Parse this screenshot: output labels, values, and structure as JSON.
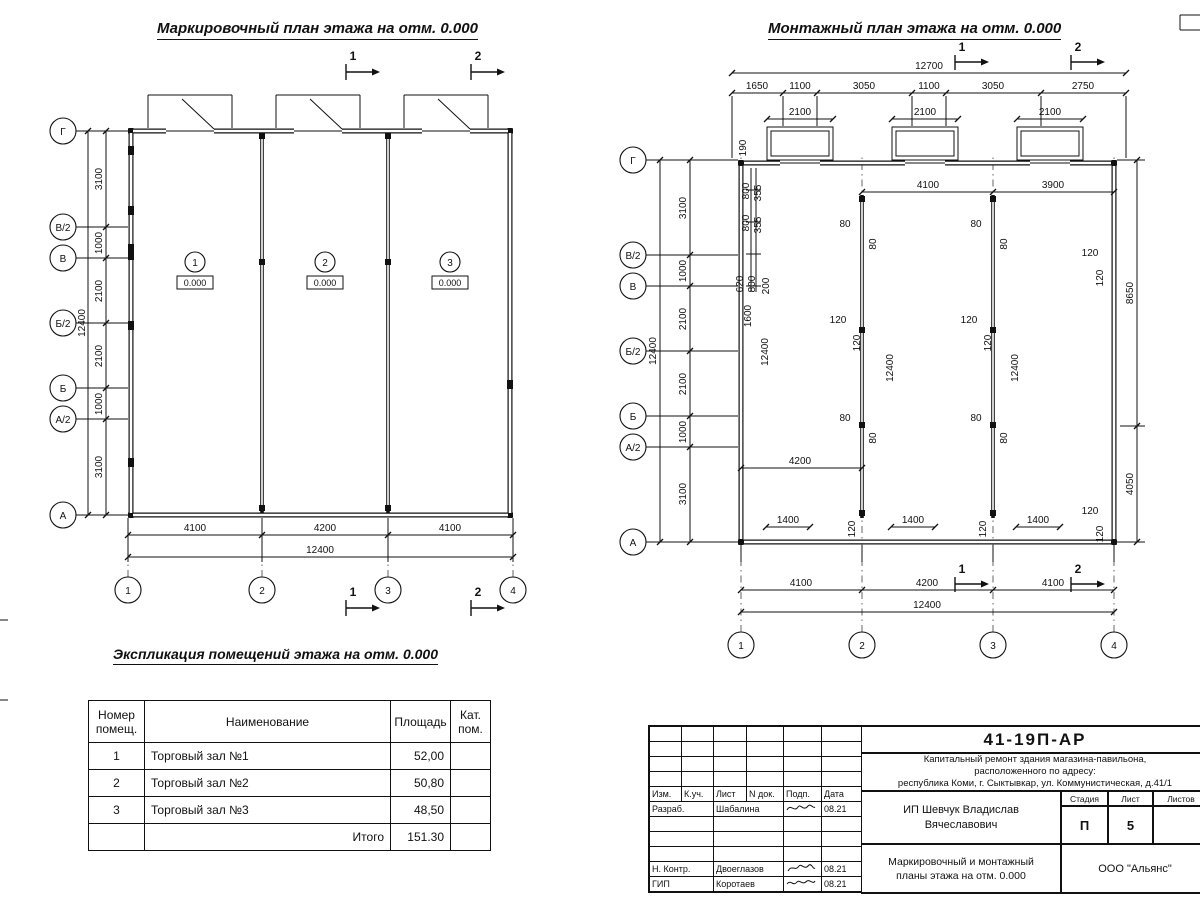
{
  "plan_left": {
    "title": "Маркировочный план этажа на отм. 0.000",
    "axes_rows": [
      "Г",
      "В/2",
      "В",
      "Б/2",
      "Б",
      "А/2",
      "А"
    ],
    "axes_cols": [
      "1",
      "2",
      "3",
      "4"
    ],
    "dims_left": [
      "3100",
      "1000",
      "2100",
      "2100",
      "1000",
      "3100"
    ],
    "total_left": "12400",
    "dims_bottom": [
      "4100",
      "4200",
      "4100"
    ],
    "total_bottom": "12400",
    "rooms": [
      {
        "num": "1",
        "level": "0.000"
      },
      {
        "num": "2",
        "level": "0.000"
      },
      {
        "num": "3",
        "level": "0.000"
      }
    ],
    "sec1": "1",
    "sec2": "2"
  },
  "plan_right": {
    "title": "Монтажный план этажа на отм. 0.000",
    "total_top": "12700",
    "dims_top": [
      "1650",
      "1100",
      "3050",
      "1100",
      "3050",
      "2750"
    ],
    "dims_canopy": [
      "2100",
      "2100",
      "2100"
    ],
    "axes_rows": [
      "Г",
      "В/2",
      "В",
      "Б/2",
      "Б",
      "А/2",
      "А"
    ],
    "axes_cols": [
      "1",
      "2",
      "3",
      "4"
    ],
    "dims_left": [
      "3100",
      "1000",
      "2100",
      "2100",
      "1000",
      "3100"
    ],
    "total_left": "12400",
    "dims_bottom": [
      "4100",
      "4200",
      "4100"
    ],
    "total_bottom": "12400",
    "dim_190": "190",
    "dims_wall": [
      "800",
      "355",
      "800",
      "355",
      "620",
      "800",
      "200",
      "1600"
    ],
    "dim_12400_wall": "12400",
    "dim_12400_p1": "12400",
    "dim_12400_p2": "12400",
    "dim_4100_top": "4100",
    "dim_3900_top": "3900",
    "dim_80": "80",
    "dim_120": "120",
    "dim_8650": "8650",
    "dim_4050": "4050",
    "dim_4200_mid": "4200",
    "dims_1400": [
      "1400",
      "1400",
      "1400"
    ],
    "sec1": "1",
    "sec2": "2"
  },
  "explication": {
    "title": "Экспликация помещений этажа на отм. 0.000",
    "col_num_1": "Номер",
    "col_num_2": "помещ.",
    "col_name": "Наименование",
    "col_area": "Площадь",
    "col_cat_1": "Кат.",
    "col_cat_2": "пом.",
    "rows": [
      {
        "num": "1",
        "name": "Торговый зал №1",
        "area": "52,00",
        "cat": ""
      },
      {
        "num": "2",
        "name": "Торговый зал №2",
        "area": "50,80",
        "cat": ""
      },
      {
        "num": "3",
        "name": "Торговый зал №3",
        "area": "48,50",
        "cat": ""
      }
    ],
    "total_label": "Итого",
    "total_value": "151.30"
  },
  "title_block": {
    "doc_number": "41-19П-АР",
    "desc_1": "Капитальный ремонт здания магазина-павильона,",
    "desc_2": "расположенного по адресу:",
    "desc_3": "республика Коми, г. Сыктывкар, ул. Коммунистическая, д.41/1",
    "client": "ИП Шевчук Владислав Вячеславович",
    "sheet_name_1": "Маркировочный и монтажный",
    "sheet_name_2": "планы этажа на отм. 0.000",
    "company": "ООО \"Альянс\"",
    "col_izm": "Изм.",
    "col_kuch": "К.уч.",
    "col_list": "Лист",
    "col_ndok": "N док.",
    "col_podp": "Подп.",
    "col_data": "Дата",
    "stage_label": "Стадия",
    "list_label": "Лист",
    "listov_label": "Листов",
    "stage": "П",
    "list_num": "5",
    "row_razrab": {
      "role": "Разраб.",
      "name": "Шабалина",
      "date": "08.21"
    },
    "row_nkontr": {
      "role": "Н. Контр.",
      "name": "Двоеглазов",
      "date": "08.21"
    },
    "row_gip": {
      "role": "ГИП",
      "name": "Коротаев",
      "date": "08.21"
    }
  }
}
